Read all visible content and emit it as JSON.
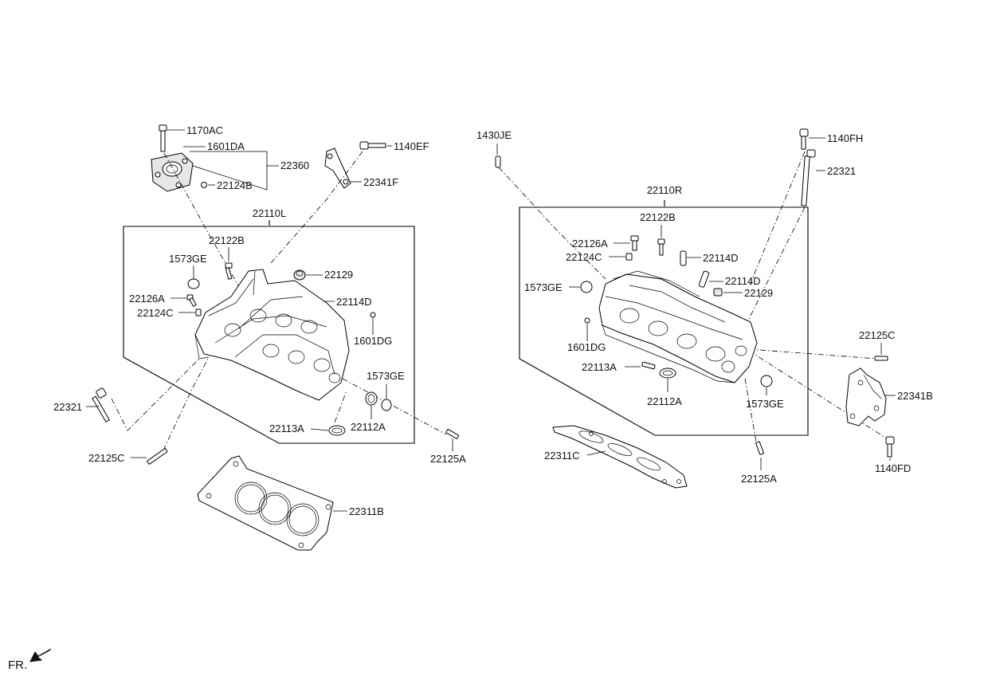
{
  "diagram": {
    "orientation_label": "FR.",
    "left_bank": {
      "group_label": "22110L",
      "labels": {
        "l1170AC": "1170AC",
        "l1601DA": "1601DA",
        "l22360": "22360",
        "l22124B": "22124B",
        "l1140EF": "1140EF",
        "l22341F": "22341F",
        "l22122B": "22122B",
        "l1573GE_top": "1573GE",
        "l22129": "22129",
        "l22114D": "22114D",
        "l22126A": "22126A",
        "l22124C": "22124C",
        "l1601DG": "1601DG",
        "l1573GE_bottom": "1573GE",
        "l22113A": "22113A",
        "l22112A": "22112A",
        "l22321": "22321",
        "l22125C": "22125C",
        "l22125A": "22125A",
        "l22311B": "22311B"
      }
    },
    "right_bank": {
      "group_label": "22110R",
      "labels": {
        "l1430JE": "1430JE",
        "l1140FH": "1140FH",
        "l22321": "22321",
        "l22122B": "22122B",
        "l22126A": "22126A",
        "l22124C": "22124C",
        "l22114D_a": "22114D",
        "l22114D_b": "22114D",
        "l1573GE_left": "1573GE",
        "l22129": "22129",
        "l1601DG": "1601DG",
        "l22113A": "22113A",
        "l22112A": "22112A",
        "l1573GE_right": "1573GE",
        "l22125C": "22125C",
        "l22341B": "22341B",
        "l1140FD": "1140FD",
        "l22311C": "22311C",
        "l22125A": "22125A"
      }
    }
  }
}
